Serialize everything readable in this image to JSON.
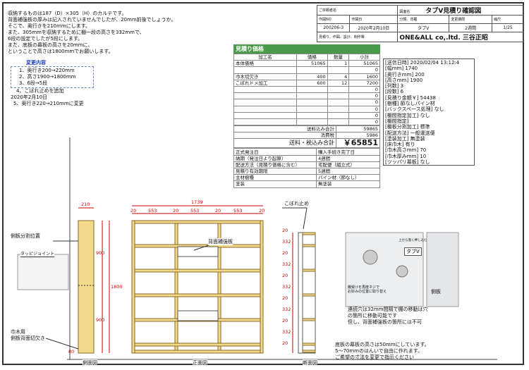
{
  "notes": {
    "lines": [
      "収納するものは187（D）×305（H）のカルテです。",
      "背面補強板の厚みは記入されていませんでしたが、20mm前後でしょうか。",
      "そこで、奥行きを210mmにします。",
      "また、305mmを収納するために棚一段の高さを332mmで、",
      "6段の設定でしたが5段にします。",
      "また、底板の幕板の高さを20mmに、",
      "ということで高さは1800mmでお願いします。"
    ]
  },
  "changes": {
    "title": "変更内容",
    "lines": [
      "1、奥行き200→220mm",
      "2、高さ1900→1800mm",
      "3、6段→5段",
      "4、こぼれ止めを追加",
      "2020年2月10日",
      "5、奥行き220→210mmに変更"
    ]
  },
  "header": {
    "drawing_name_label": "図面名",
    "drawing_name": "タブV見積り確認図",
    "order_no_label": "作図NO",
    "order_no": "200206-3",
    "date_label": "作図日",
    "date": "2020年2月10日",
    "client_label": "ご依頼者名",
    "category_label": "分類、背覆",
    "category": "タブV",
    "revision_label": "変更期限",
    "revision": "2週間",
    "page_label": "縮尺",
    "page": "1/25",
    "company_note": "見積り、作図、設計、制作等",
    "company": "ONE&ALL co,.ltd. 三谷正昭"
  },
  "estimate": {
    "title": "見積り価格",
    "columns": [
      "加工名",
      "価格",
      "数量",
      "小計"
    ],
    "rows": [
      {
        "name": "本体価格",
        "price": "51065",
        "qty": "1",
        "subtotal": "51065"
      },
      {
        "name": "",
        "price": "",
        "qty": "",
        "subtotal": "0"
      },
      {
        "name": "巾木切欠き",
        "price": "400",
        "qty": "4",
        "subtotal": "1600"
      },
      {
        "name": "こぼれドメ加工",
        "price": "600",
        "qty": "12",
        "subtotal": "7200"
      },
      {
        "name": "",
        "price": "",
        "qty": "",
        "subtotal": "0"
      },
      {
        "name": "",
        "price": "",
        "qty": "",
        "subtotal": "0"
      },
      {
        "name": "",
        "price": "",
        "qty": "",
        "subtotal": "0"
      },
      {
        "name": "",
        "price": "",
        "qty": "",
        "subtotal": "0"
      },
      {
        "name": "",
        "price": "",
        "qty": "",
        "subtotal": "0"
      },
      {
        "name": "",
        "price": "",
        "qty": "",
        "subtotal": "0"
      }
    ],
    "total_label": "送料込み合計",
    "total": "59865",
    "tax_label": "消費税",
    "tax": "5986",
    "grand_label": "送料・税込み合計",
    "grand": "￥65851",
    "info": [
      {
        "k": "正式発注日",
        "v": "購入手続き完了日"
      },
      {
        "k": "納期（発注日より起算）",
        "v": "4週間"
      },
      {
        "k": "配送方法（見積り価格に含む）",
        "v": "宅配便（組立式）"
      },
      {
        "k": "見積り有効期限",
        "v": "5週間"
      },
      {
        "k": "主材樹種",
        "v": "パイン材（節なし）"
      },
      {
        "k": "塗装",
        "v": "無塗装"
      }
    ]
  },
  "spec": {
    "lines": [
      "[送信日時] 2020/02/04 13:12:4",
      "[幅mm] 1740",
      "[奥行きmm] 200",
      "[高さmm] 1900",
      "[列数] 3",
      "[段数] 6",
      "[見積り金額￥] 54438",
      "[樹種] 節なしパイン材",
      "[バックスペース処理] なし",
      "[棚間指定加工] なし",
      "[棚間指定]",
      "[棚板分割加工] 標準",
      "[配送方法] 一般運送便",
      "[塗装加工] 無塗装",
      "[床巾木] 有り",
      "[巾木高さmm] 70",
      "[巾木厚みmm] 10",
      "[ツッパリ幕板] なし"
    ]
  },
  "drawing": {
    "side_label": "側面図",
    "front_label": "正面図",
    "section_label": "断面図",
    "side_divider_label": "側板分割位置",
    "joint_label": "タッピジョイント",
    "baseboard_label": "巾木用\n側板背面切欠き",
    "back_board_label": "背面補強板",
    "spill_stop_label": "こぼれ止め",
    "dim_width_total": "1739",
    "dim_depth": "210",
    "dim_height": "1800",
    "dim_900a": "900",
    "dim_900b": "900",
    "dim_col": [
      "20",
      "553",
      "20",
      "553",
      "20",
      "553",
      "20"
    ],
    "dim_rows": [
      "20",
      "332",
      "20",
      "332",
      "20",
      "332",
      "20",
      "332",
      "20",
      "332",
      "20"
    ],
    "dim_80": "80",
    "tabv_label": "タブV",
    "tabv_sub": "上から落く押し込む",
    "side_board_label": "側板",
    "support_note": "棚受けを再度ネジで\nお好みの位置に取り替え",
    "move_note_1": "連続穴は32mm間隔で棚の移動は穴",
    "move_note_2": "の箇所に移動可能です",
    "move_note_3": "但し、背面補強板の箇所には不可",
    "bottom_note_1": "底板の幕板の高さは50mmにしています。",
    "bottom_note_2": "5〜70mmのはんいで自由に作れます。",
    "bottom_note_3": "ご希望の寸法を変更で指示ください"
  }
}
